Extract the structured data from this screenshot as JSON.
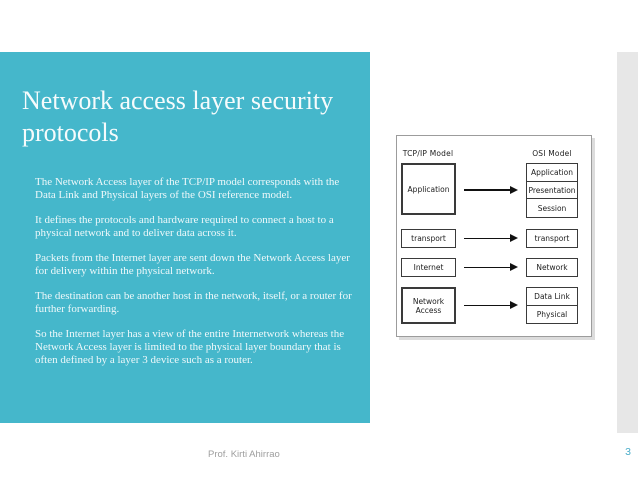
{
  "slide": {
    "title": "Network access layer security\nprotocols",
    "paragraphs": [
      "The Network Access layer of the TCP/IP model corresponds with the Data Link and Physical layers of the OSI reference model.",
      "It defines the protocols and hardware required to connect a host to a physical network and to deliver data across it.",
      "Packets from the Internet layer are sent down the Network Access layer for delivery within the physical network.",
      "The destination can be another host in the network, itself, or a router for further forwarding.",
      "So the Internet layer has a view of the entire Internetwork whereas the Network Access layer is limited to the physical layer boundary that is often defined by a layer 3 device such as a router."
    ],
    "footer": {
      "author": "Prof. Kirti Ahirrao",
      "page_number": "3"
    }
  },
  "colors": {
    "accent_teal": "#45b7cb",
    "title_text": "#f6fbfc",
    "body_text": "#eef8fa",
    "footer_text": "#9e9e9e",
    "page_number_teal": "#4aadc9",
    "next_slide_gray": "#e7e7e7",
    "diagram_border": "#9c9c9c",
    "box_border": "#3a3a3a"
  },
  "diagram": {
    "tcpip_title": "TCP/IP Model",
    "osi_title": "OSI Model",
    "tcpip_layers": [
      {
        "label": "Application"
      },
      {
        "label": "transport"
      },
      {
        "label": "Internet"
      },
      {
        "label": "Network Access"
      }
    ],
    "osi_layers": [
      {
        "label": "Application"
      },
      {
        "label": "Presentation"
      },
      {
        "label": "Session"
      },
      {
        "label": "transport"
      },
      {
        "label": "Network"
      },
      {
        "label": "Data Link"
      },
      {
        "label": "Physical"
      }
    ]
  }
}
